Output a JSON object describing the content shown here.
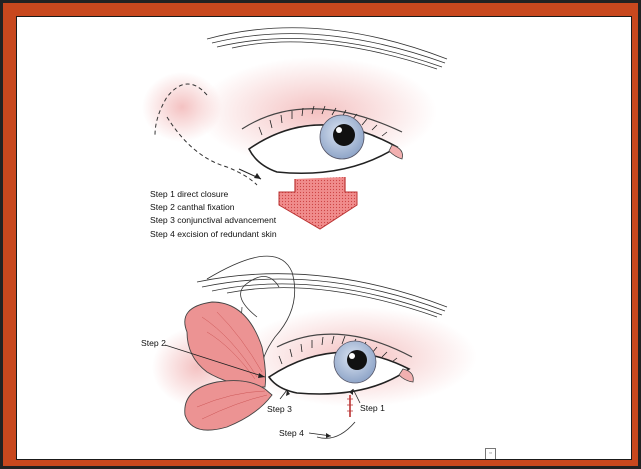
{
  "steps": [
    "Step 1 direct closure",
    "Step 2 canthal fixation",
    "Step 3 conjunctival advancement",
    "Step 4 excision of redundant skin"
  ],
  "labels": {
    "step1": "Step 1",
    "step2": "Step 2",
    "step3": "Step 3",
    "step4": "Step 4"
  },
  "colors": {
    "frame": "#c8481e",
    "flap": "#e88a8a",
    "iris": "#b7c7e0",
    "skin_blush": "#f4cfcf"
  },
  "icons": {
    "page": "page-icon"
  }
}
